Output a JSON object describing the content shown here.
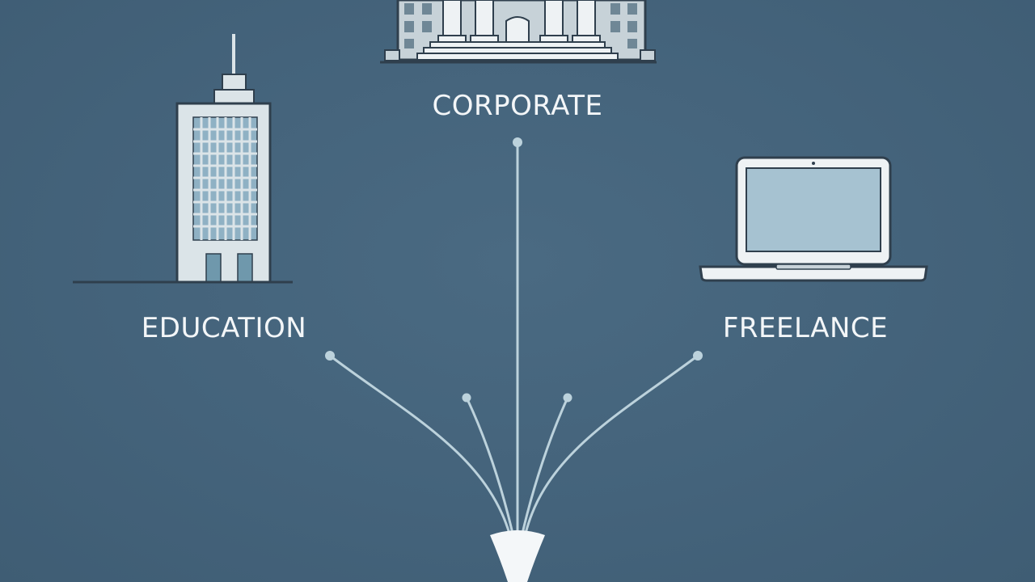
{
  "diagram": {
    "nodes": [
      {
        "id": "corporate",
        "label": "CORPORATE",
        "icon": "classical-building-icon"
      },
      {
        "id": "education",
        "label": "EDUCATION",
        "icon": "office-tower-icon"
      },
      {
        "id": "freelance",
        "label": "FREELANCE",
        "icon": "laptop-icon"
      }
    ],
    "origin_icon": "funnel-icon",
    "colors": {
      "background": "#46657d",
      "line": "#bcd2dc",
      "text": "#f3f6f8",
      "icon_fill": "#dbe4e8",
      "icon_stroke": "#2f3f4d",
      "window": "#8fb1c4"
    }
  }
}
